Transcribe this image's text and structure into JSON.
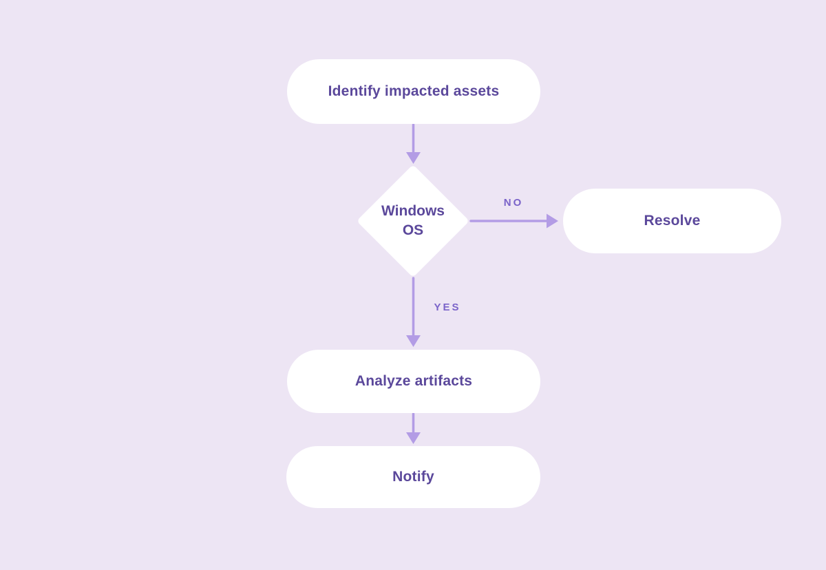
{
  "diagram": {
    "type": "flowchart",
    "nodes": {
      "identify": {
        "label": "Identify impacted assets",
        "shape": "pill"
      },
      "decision": {
        "label_line1": "Windows",
        "label_line2": "OS",
        "shape": "diamond"
      },
      "resolve": {
        "label": "Resolve",
        "shape": "pill"
      },
      "analyze": {
        "label": "Analyze artifacts",
        "shape": "pill"
      },
      "notify": {
        "label": "Notify",
        "shape": "pill"
      }
    },
    "edges": {
      "identify_to_decision": {
        "label": ""
      },
      "decision_to_resolve": {
        "label": "NO"
      },
      "decision_to_analyze": {
        "label": "YES"
      },
      "analyze_to_notify": {
        "label": ""
      }
    },
    "colors": {
      "background": "#EDE5F4",
      "node_fill": "#FFFFFF",
      "node_text": "#5B489B",
      "edge_label": "#7A63C9",
      "arrow": "#B39CE5"
    }
  }
}
